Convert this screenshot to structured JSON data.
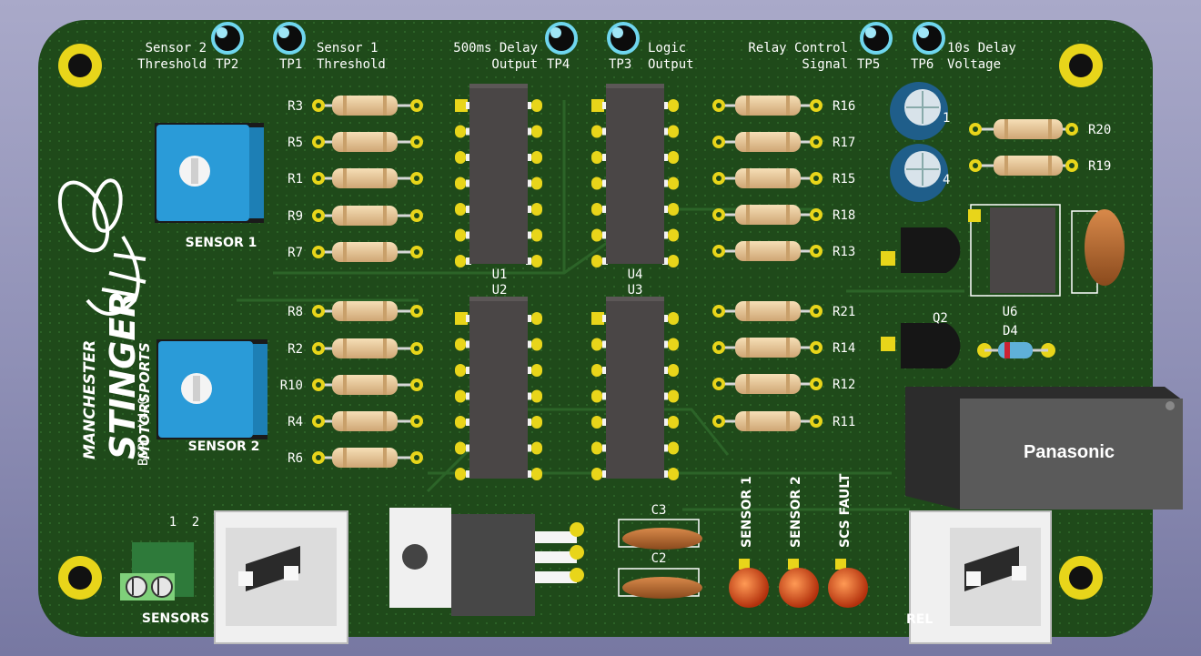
{
  "colors": {
    "background": "#9a9bbf",
    "board": "#1f4a1a",
    "board_trace": "#2b6127",
    "silkscreen": "#ffffff",
    "pad_gold": "#e8d51a",
    "ic_body": "#4a4646",
    "resistor_body": "#e8c89a",
    "potentiometer": "#2a9bd8",
    "relay_body": "#474747",
    "led": "#d9421a",
    "capacitor_ceramic": "#b86a2e",
    "electrolytic": "#1f5e8a",
    "terminal_block": "#2e7a3a",
    "connector_white": "#f0f0f0"
  },
  "test_points": [
    {
      "ref": "TP2",
      "label_lines": [
        "Sensor 2",
        "Threshold"
      ]
    },
    {
      "ref": "TP1",
      "label_lines": [
        "Sensor 1",
        "Threshold"
      ]
    },
    {
      "ref": "TP4",
      "label_lines": [
        "500ms Delay",
        "Output"
      ]
    },
    {
      "ref": "TP3",
      "label_lines": [
        "Logic",
        "Output"
      ]
    },
    {
      "ref": "TP5",
      "label_lines": [
        "Relay Control",
        "Signal"
      ]
    },
    {
      "ref": "TP6",
      "label_lines": [
        "10s Delay",
        "Voltage"
      ]
    }
  ],
  "resistors_left": [
    "R3",
    "R5",
    "R1",
    "R9",
    "R7",
    "R8",
    "R2",
    "R10",
    "R4",
    "R6"
  ],
  "resistors_right": [
    "R16",
    "R17",
    "R15",
    "R18",
    "R13",
    "R21",
    "R14",
    "R12",
    "R11"
  ],
  "resistors_upper_right": [
    "R20",
    "R19"
  ],
  "ics": {
    "u1": "U1",
    "u2": "U2",
    "u4": "U4",
    "u3": "U3",
    "u6": "U6"
  },
  "transistors": {
    "q2": "Q2"
  },
  "diodes": {
    "d4": "D4"
  },
  "capacitors": {
    "c3": "C3",
    "c2": "C2",
    "c1": "1",
    "c4": "4"
  },
  "potentiometers": {
    "sensor1_label": "SENSOR 1",
    "sensor2_label": "SENSOR 2"
  },
  "leds": [
    "SENSOR 1",
    "SENSOR 2",
    "SCS FAULT"
  ],
  "relay": {
    "brand": "Panasonic"
  },
  "connectors": {
    "sensors_label": "SENSORS",
    "pin1": "1",
    "pin2": "2",
    "relay_label": "REL"
  },
  "logo": {
    "line1": "MANCHESTER",
    "line2": "STINGER",
    "line3": "MOTORSPORTS",
    "version": "BSPD V4.0"
  }
}
